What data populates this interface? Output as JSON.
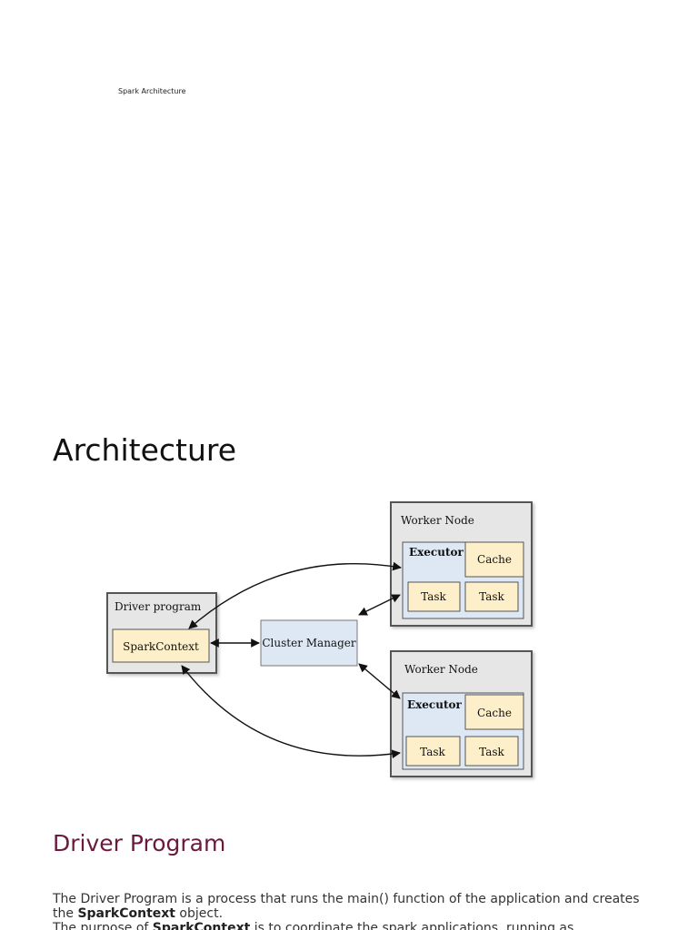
{
  "header": {
    "small_title": "Spark Architecture"
  },
  "section": {
    "heading": "Architecture"
  },
  "diagram": {
    "driver_program": "Driver program",
    "spark_context": "SparkContext",
    "cluster_manager": "Cluster Manager",
    "worker_nodes": [
      {
        "title": "Worker Node",
        "executor": "Executor",
        "cache": "Cache",
        "tasks": [
          "Task",
          "Task"
        ]
      },
      {
        "title": "Worker Node",
        "executor": "Executor",
        "cache": "Cache",
        "tasks": [
          "Task",
          "Task"
        ]
      }
    ]
  },
  "driver_section": {
    "heading": "Driver Program",
    "p1_part1": "The Driver Program is a process that runs the main() function of the application and creates the ",
    "p1_bold": "SparkContext",
    "p1_part2": " object.",
    "p2_part1": "The purpose of ",
    "p2_bold": "SparkContext",
    "p2_part2": " is to coordinate the spark applications, running as"
  }
}
